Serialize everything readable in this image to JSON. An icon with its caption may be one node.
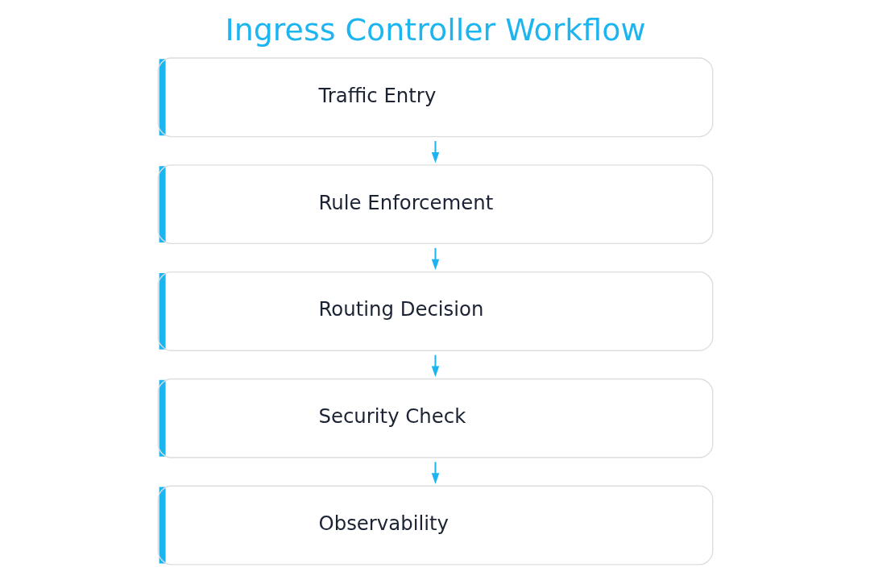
{
  "diagram": {
    "title": "Ingress Controller Workflow",
    "nodes": [
      {
        "text": [
          "Traffic Entry"
        ]
      },
      {
        "text": [
          "Rule Enforcement"
        ]
      },
      {
        "text": [
          "Routing Decision"
        ]
      },
      {
        "text": [
          "Security Check"
        ]
      },
      {
        "text": [
          "Observability"
        ]
      }
    ],
    "edges": [
      {
        "from": 0,
        "to": 1,
        "arrow": "to"
      },
      {
        "from": 1,
        "to": 2,
        "arrow": "to"
      },
      {
        "from": 2,
        "to": 3,
        "arrow": "to"
      },
      {
        "from": 3,
        "to": 4,
        "arrow": "to"
      }
    ]
  }
}
